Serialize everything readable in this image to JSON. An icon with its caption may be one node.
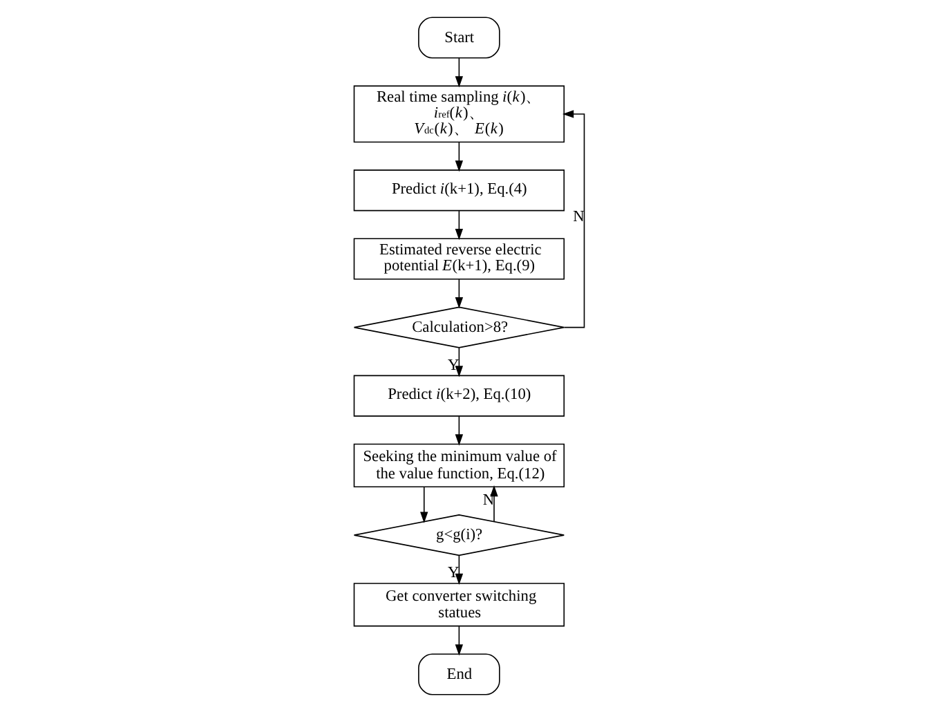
{
  "diagram": {
    "nodes": [
      {
        "text": [
          "Start"
        ]
      },
      {
        "text": [
          "Real time sampling *i*(*k*)、 *i*$_{ref}$(*k*)、 *V*$_{dc}$(*k*)、 *E*(*k*)"
        ]
      },
      {
        "text": [
          "Predict *i*(k+1), Eq.(4)"
        ]
      },
      {
        "text": [
          "Estimated reverse electric potential *E*(k+1), Eq.(9)"
        ]
      },
      {
        "text": [
          "Calculation>8?"
        ]
      },
      {
        "text": [
          "Predict *i*(k+2), Eq.(10)"
        ]
      },
      {
        "text": [
          "Seeking the minimum value of the value function, Eq.(12)"
        ]
      },
      {
        "text": [
          "g<g(i)?"
        ]
      },
      {
        "text": [
          "Get converter switching statues"
        ]
      },
      {
        "text": [
          "End"
        ]
      }
    ],
    "edges": [
      {
        "from": 0,
        "to": 1,
        "arrow": "to"
      },
      {
        "from": 1,
        "to": 2,
        "arrow": "to"
      },
      {
        "from": 2,
        "to": 3,
        "arrow": "to"
      },
      {
        "from": 3,
        "to": 4,
        "arrow": "to"
      },
      {
        "from": 4,
        "to": 1,
        "arrow": "to",
        "label": "N"
      },
      {
        "from": 4,
        "to": 5,
        "arrow": "to",
        "label": "Y"
      },
      {
        "from": 5,
        "to": 6,
        "arrow": "to"
      },
      {
        "from": 6,
        "to": 7,
        "arrow": "to"
      },
      {
        "from": 7,
        "to": 6,
        "arrow": "to",
        "label": "N"
      },
      {
        "from": 7,
        "to": 8,
        "arrow": "to",
        "label": "Y"
      },
      {
        "from": 8,
        "to": 9,
        "arrow": "to"
      }
    ]
  }
}
